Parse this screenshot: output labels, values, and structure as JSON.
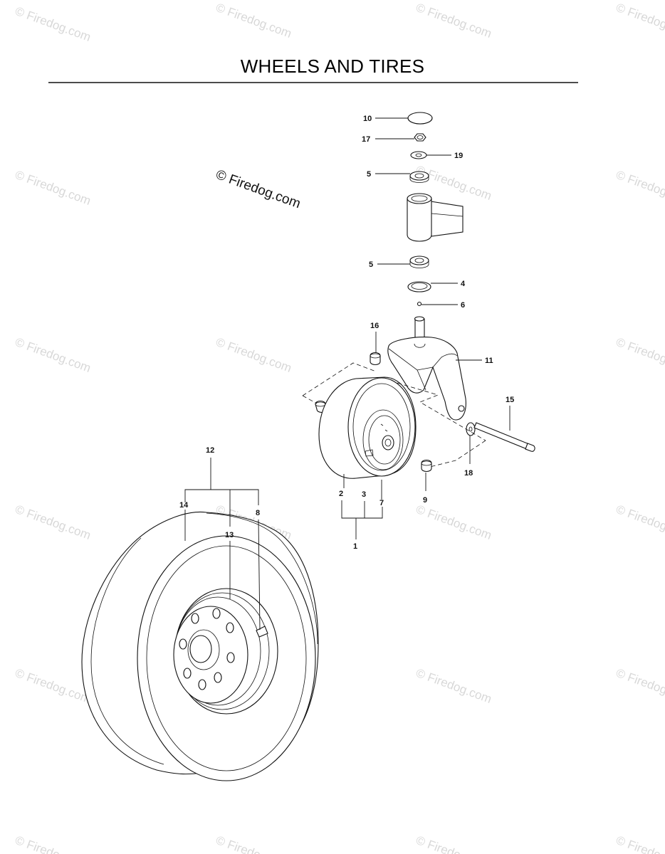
{
  "title": "WHEELS AND TIRES",
  "watermark": {
    "tile_text": "© Firedog.com",
    "main_text": "© Firedog.com",
    "color": "#d8d8d8"
  },
  "callouts": {
    "c1": "1",
    "c2": "2",
    "c3": "3",
    "c4": "4",
    "c5a": "5",
    "c5b": "5",
    "c6": "6",
    "c7": "7",
    "c8": "8",
    "c9": "9",
    "c10": "10",
    "c11": "11",
    "c12": "12",
    "c13": "13",
    "c14": "14",
    "c15": "15",
    "c16": "16",
    "c17": "17",
    "c18": "18",
    "c19": "19"
  }
}
